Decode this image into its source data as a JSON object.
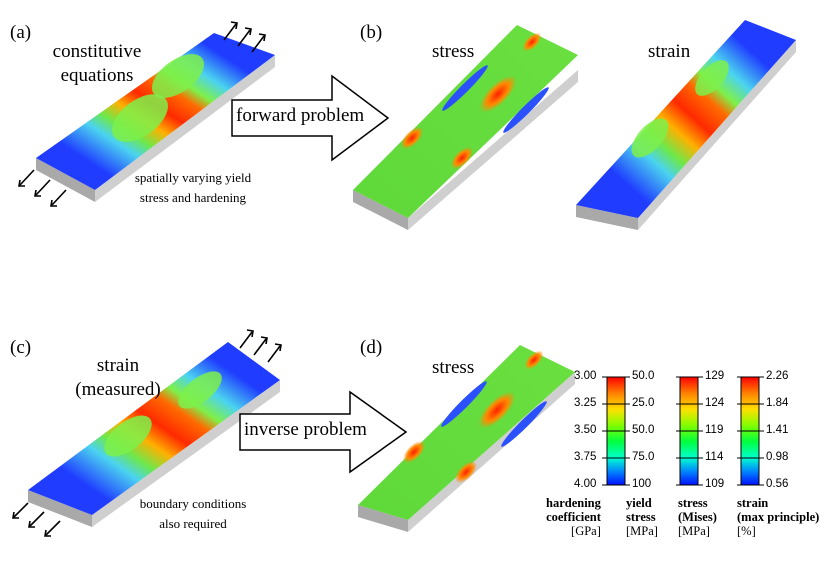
{
  "panels": {
    "a": {
      "label": "(a)",
      "title": "constitutive\nequations",
      "caption": "spatially varying yield\nstress and hardening"
    },
    "b": {
      "label": "(b)",
      "stress_title": "stress",
      "strain_title": "strain"
    },
    "c": {
      "label": "(c)",
      "title": "strain\n(measured)",
      "caption": "boundary conditions\nalso required"
    },
    "d": {
      "label": "(d)",
      "stress_title": "stress"
    }
  },
  "arrows": {
    "forward": "forward problem",
    "inverse": "inverse problem"
  },
  "legend": {
    "hardening": {
      "name": "hardening\ncoefficient",
      "unit": "[GPa]",
      "ticks": [
        "3.00",
        "3.25",
        "3.50",
        "3.75",
        "4.00"
      ]
    },
    "yield": {
      "name": "yield\nstress",
      "unit": "[MPa]",
      "ticks": [
        "50.0",
        "25.0",
        "50.0",
        "75.0",
        "100"
      ]
    },
    "stress": {
      "name": "stress\n(Mises)",
      "unit": "[MPa]",
      "ticks": [
        "129",
        "124",
        "119",
        "114",
        "109"
      ]
    },
    "strain": {
      "name": "strain\n(max principle)",
      "unit": "[%]",
      "ticks": [
        "2.26",
        "1.84",
        "1.41",
        "0.98",
        "0.56"
      ]
    }
  },
  "colors": {
    "blue": "#1f3cff",
    "green": "#5fe03a",
    "red": "#ff1a00",
    "slab_side": "#b7b7b7"
  }
}
